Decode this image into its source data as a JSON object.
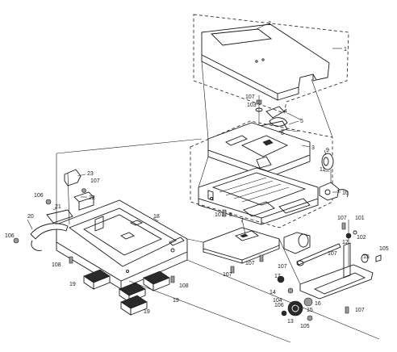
{
  "callouts": [
    "1",
    "2",
    "3",
    "4",
    "5",
    "6",
    "7",
    "8",
    "9",
    "10",
    "11",
    "12",
    "13",
    "14",
    "15",
    "15",
    "16",
    "17",
    "18",
    "19",
    "19",
    "19",
    "20",
    "21",
    "22",
    "23",
    "101",
    "102",
    "103",
    "104",
    "105",
    "105",
    "106",
    "106",
    "106",
    "107",
    "107",
    "107",
    "107",
    "107",
    "107",
    "107",
    "107",
    "107",
    "108",
    "108"
  ]
}
